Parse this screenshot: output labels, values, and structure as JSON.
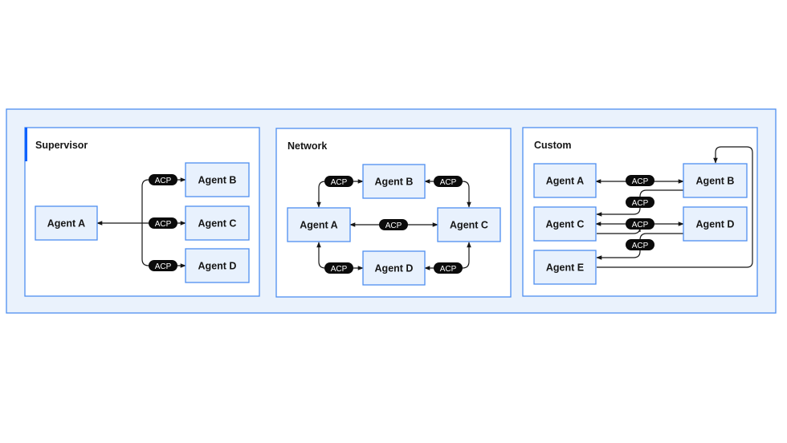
{
  "connector_label": "ACP",
  "colors": {
    "outer_fill": "#eaf2fc",
    "border": "#4d8ef0",
    "accent": "#0f62fe",
    "agent_fill": "#e8f1fd",
    "pill": "#0b0b0b"
  },
  "panels": [
    {
      "title": "Supervisor",
      "agents": [
        "Agent A",
        "Agent B",
        "Agent C",
        "Agent D"
      ],
      "links": [
        {
          "from": "Agent A",
          "to": "Agent B",
          "direction": "both",
          "label": "ACP"
        },
        {
          "from": "Agent A",
          "to": "Agent C",
          "direction": "both",
          "label": "ACP"
        },
        {
          "from": "Agent A",
          "to": "Agent D",
          "direction": "both",
          "label": "ACP"
        }
      ]
    },
    {
      "title": "Network",
      "agents": [
        "Agent A",
        "Agent B",
        "Agent C",
        "Agent D"
      ],
      "links": [
        {
          "from": "Agent A",
          "to": "Agent B",
          "direction": "both",
          "label": "ACP"
        },
        {
          "from": "Agent B",
          "to": "Agent C",
          "direction": "both",
          "label": "ACP"
        },
        {
          "from": "Agent A",
          "to": "Agent C",
          "direction": "both",
          "label": "ACP"
        },
        {
          "from": "Agent A",
          "to": "Agent D",
          "direction": "both",
          "label": "ACP"
        },
        {
          "from": "Agent D",
          "to": "Agent C",
          "direction": "both",
          "label": "ACP"
        }
      ]
    },
    {
      "title": "Custom",
      "agents": [
        "Agent A",
        "Agent B",
        "Agent C",
        "Agent D",
        "Agent E"
      ],
      "links": [
        {
          "from": "Agent A",
          "to": "Agent B",
          "direction": "both",
          "label": "ACP"
        },
        {
          "from": "Agent B",
          "to": "Agent C",
          "direction": "forward",
          "label": "ACP"
        },
        {
          "from": "Agent C",
          "to": "Agent D",
          "direction": "both",
          "label": "ACP"
        },
        {
          "from": "Agent D",
          "to": "Agent E",
          "direction": "forward",
          "label": "ACP"
        },
        {
          "from": "Agent E",
          "to": "Agent B",
          "direction": "forward",
          "label": ""
        }
      ]
    }
  ]
}
